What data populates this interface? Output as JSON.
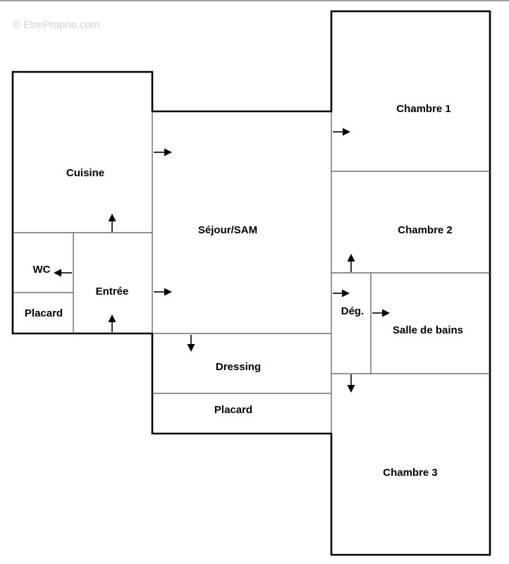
{
  "watermark": "© EtreProprio.com",
  "rooms": {
    "cuisine": "Cuisine",
    "sejour": "Séjour/SAM",
    "wc": "WC",
    "entree": "Entrée",
    "placard_entree": "Placard",
    "dressing": "Dressing",
    "placard_dressing": "Placard",
    "chambre1": "Chambre 1",
    "chambre2": "Chambre 2",
    "deg": "Dég.",
    "salle_de_bains": "Salle de bains",
    "chambre3": "Chambre 3"
  }
}
